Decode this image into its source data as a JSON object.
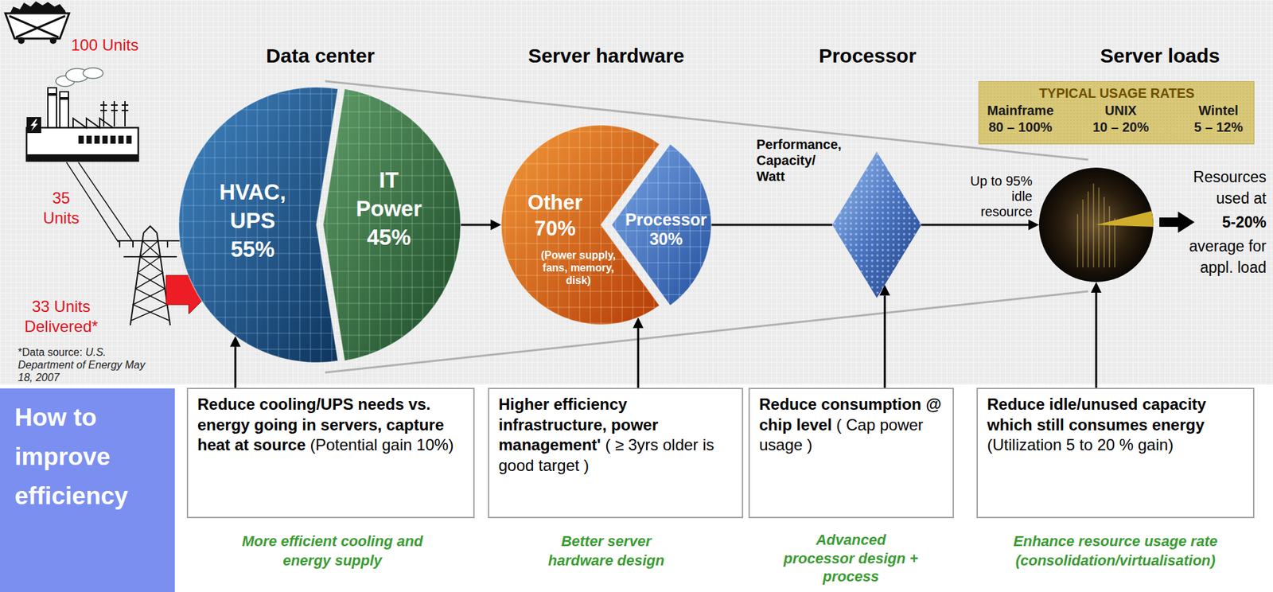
{
  "diagram": {
    "nodes": [
      {
        "text": [
          "Data center"
        ]
      },
      {
        "text": [
          "HVAC, UPS 55%"
        ],
        "in": 0
      },
      {
        "text": [
          "IT Power 45%"
        ],
        "in": 0
      },
      {
        "text": [
          "Server hardware"
        ]
      },
      {
        "text": [
          "Other 70%",
          "(Power supply, fans, memory, disk)"
        ],
        "in": 3
      },
      {
        "text": [
          "Processor 30%"
        ],
        "in": 3
      },
      {
        "text": [
          "Processor"
        ]
      },
      {
        "text": [
          "TYPICAL USAGE RATES",
          "Mainframe",
          "UNIX",
          "Wintel",
          "80 – 100%",
          "10 – 20%",
          "5 – 12%"
        ]
      },
      {
        "text": [
          "Server loads"
        ]
      },
      {
        "text": [
          "How to improve efficiency"
        ]
      },
      {
        "text": [
          "Reduce cooling/UPS needs vs. energy going in servers, capture heat at source",
          "(Potential gain 10%)"
        ]
      },
      {
        "text": [
          "Higher efficiency infrastructure, power management'",
          "( ≥ 3yrs older is good target )"
        ]
      },
      {
        "text": [
          "Reduce consumption @ chip level",
          "( Cap power usage )"
        ]
      },
      {
        "text": [
          "Reduce idle/unused capacity which still consumes energy",
          "(Utilization 5 to 20 % gain)"
        ]
      }
    ],
    "edges": [
      {
        "from": 2,
        "to": 3,
        "arrow": "to"
      },
      {
        "from": 5,
        "to": 6,
        "arrow": "none"
      },
      {
        "from": 6,
        "to": 8,
        "arrow": "to",
        "label": "Up to 95% idle resource"
      },
      {
        "from": 10,
        "to": 0,
        "arrow": "to"
      },
      {
        "from": 11,
        "to": 3,
        "arrow": "to"
      },
      {
        "from": 12,
        "to": 6,
        "arrow": "to"
      },
      {
        "from": 13,
        "to": 8,
        "arrow": "to"
      }
    ],
    "labels": [
      "100 Units",
      "35 Units",
      "33 Units Delivered*",
      "*Data source:",
      "U.S. Department of Energy May 18, 2007",
      "Performance, Capacity/ Watt",
      "Resources used at",
      "5-20%",
      "average for appl. load",
      "More efficient cooling and energy supply",
      "Better server hardware design",
      "Advanced processor design + process",
      "Enhance resource usage rate (consolidation/virtualisation)"
    ]
  }
}
